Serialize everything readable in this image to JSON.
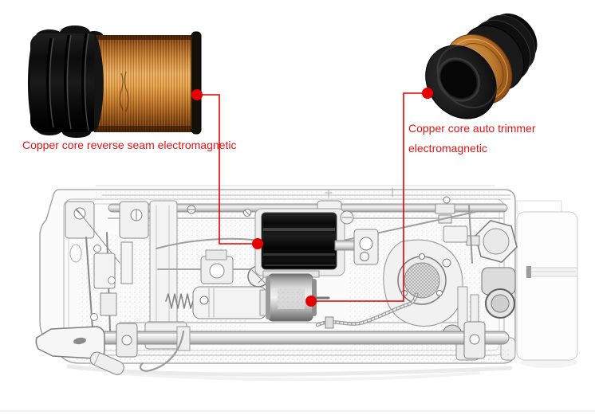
{
  "page": {
    "background": "#ffffff"
  },
  "colors": {
    "callout_red": "#e60000",
    "label_red": "#e01414",
    "copper_main": "#b5772f",
    "copper_highlight": "#f0b365",
    "coil_black": "#141414",
    "sketch_stroke": "#8c8c8c",
    "machine_fill": "#fbfbfb"
  },
  "callouts": {
    "reverse_seam": {
      "label": "Copper core reverse seam electromagnetic"
    },
    "auto_trimmer": {
      "label_line1": "Copper core auto trimmer",
      "label_line2": "electromagnetic"
    }
  },
  "figures": {
    "left_coil": "reverse-seam-solenoid-photo",
    "right_coil": "auto-trimmer-solenoid-photo",
    "machine": "sewing-machine-underside-sketch"
  }
}
